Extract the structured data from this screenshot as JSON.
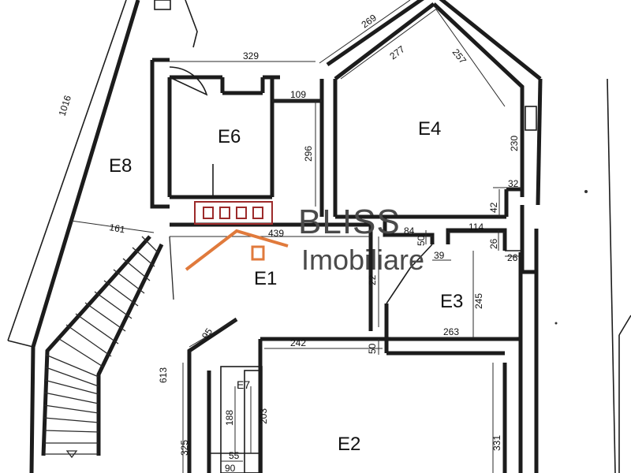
{
  "rooms": {
    "e1": "E1",
    "e2": "E2",
    "e3": "E3",
    "e4": "E4",
    "e6": "E6",
    "e7": "E7",
    "e8": "E8"
  },
  "dimensions": {
    "d329": "329",
    "d269": "269",
    "d277": "277",
    "d257": "257",
    "d1016": "1016",
    "d109": "109",
    "d296": "296",
    "d230": "230",
    "d32": "32",
    "d42": "42",
    "d161": "161",
    "d439": "439",
    "d84": "84",
    "d50a": "50",
    "d114": "114",
    "d26a": "26",
    "d39": "39",
    "d26b": "26",
    "d22": "22",
    "d245": "245",
    "d263": "263",
    "d95": "95",
    "d242": "242",
    "d50b": "50",
    "d613": "613",
    "d188": "188",
    "d203": "203",
    "d325": "325",
    "d55": "55",
    "d90": "90",
    "d331": "331"
  },
  "watermark": {
    "brand": "BLISS",
    "sub": "Imobiliare",
    "brand_color": "#4a4a4a",
    "house_color": "#e07a3c",
    "frame_color": "#9c2a2a"
  }
}
